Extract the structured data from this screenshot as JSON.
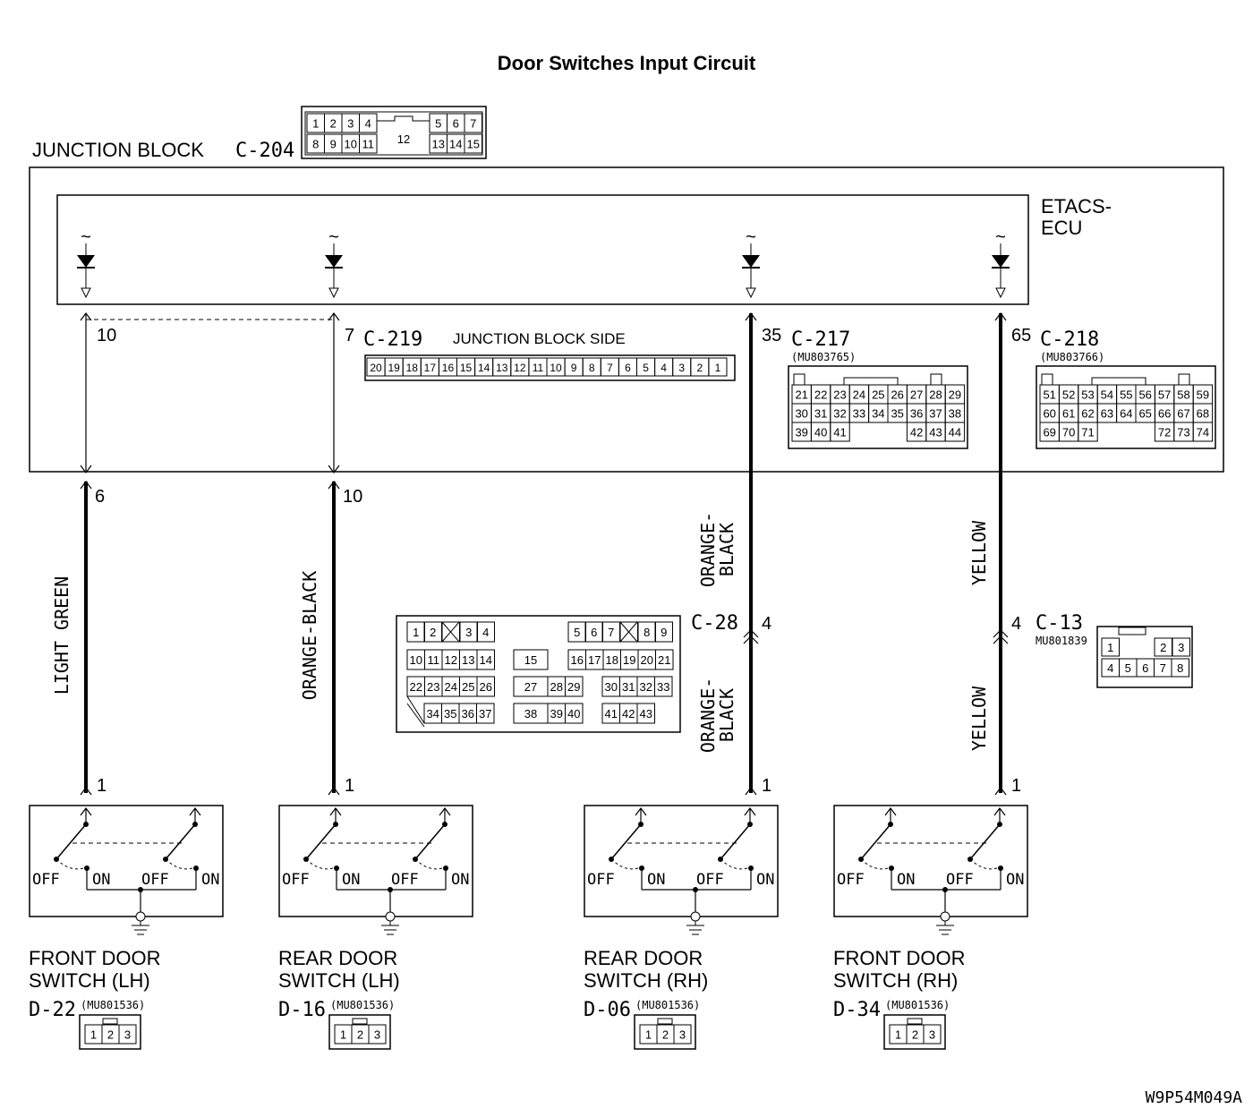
{
  "title": "Door Switches Input Circuit",
  "figure_id": "W9P54M049A",
  "junction_block": {
    "label": "JUNCTION BLOCK",
    "connector": "C-204",
    "connector_pins": [
      "1",
      "2",
      "3",
      "4",
      "5",
      "6",
      "7",
      "8",
      "9",
      "10",
      "11",
      "12",
      "13",
      "14",
      "15"
    ],
    "ecu_label_line1": "ETACS-",
    "ecu_label_line2": "ECU"
  },
  "connectors": {
    "c219": {
      "id": "C-219",
      "desc": "JUNCTION BLOCK SIDE",
      "pins": [
        "20",
        "19",
        "18",
        "17",
        "16",
        "15",
        "14",
        "13",
        "12",
        "11",
        "10",
        "9",
        "8",
        "7",
        "6",
        "5",
        "4",
        "3",
        "2",
        "1"
      ]
    },
    "c217": {
      "id": "C-217",
      "part": "(MU803765)",
      "rows": [
        [
          "21",
          "22",
          "23",
          "24",
          "25",
          "26",
          "27",
          "28",
          "29"
        ],
        [
          "30",
          "31",
          "32",
          "33",
          "34",
          "35",
          "36",
          "37",
          "38"
        ],
        [
          "39",
          "40",
          "41",
          "",
          "",
          "",
          "42",
          "43",
          "44"
        ]
      ]
    },
    "c218": {
      "id": "C-218",
      "part": "(MU803766)",
      "rows": [
        [
          "51",
          "52",
          "53",
          "54",
          "55",
          "56",
          "57",
          "58",
          "59"
        ],
        [
          "60",
          "61",
          "62",
          "63",
          "64",
          "65",
          "66",
          "67",
          "68"
        ],
        [
          "69",
          "70",
          "71",
          "",
          "",
          "",
          "72",
          "73",
          "74"
        ]
      ]
    },
    "c28": {
      "id": "C-28",
      "pins": [
        "1",
        "2",
        "3",
        "4",
        "5",
        "6",
        "7",
        "8",
        "9",
        "10",
        "11",
        "12",
        "13",
        "14",
        "15",
        "16",
        "17",
        "18",
        "19",
        "20",
        "21",
        "22",
        "23",
        "24",
        "25",
        "26",
        "27",
        "28",
        "29",
        "30",
        "31",
        "32",
        "33",
        "34",
        "35",
        "36",
        "37",
        "38",
        "39",
        "40",
        "41",
        "42",
        "43"
      ]
    },
    "c13": {
      "id": "C-13",
      "part": "MU801839",
      "pins": [
        "1",
        "2",
        "3",
        "4",
        "5",
        "6",
        "7",
        "8"
      ]
    }
  },
  "circuits": [
    {
      "ecu_pin": "10",
      "harness_pin": "6",
      "wire_color": "LIGHT GREEN",
      "wire_color_2": "",
      "inline_pin": "",
      "switch_pin": "1",
      "switch_name_1": "FRONT DOOR",
      "switch_name_2": "SWITCH (LH)",
      "connector": "D-22",
      "part": "(MU801536)"
    },
    {
      "ecu_pin": "7",
      "harness_pin": "10",
      "wire_color": "ORANGE-BLACK",
      "wire_color_2": "",
      "inline_pin": "",
      "switch_pin": "1",
      "switch_name_1": "REAR DOOR",
      "switch_name_2": "SWITCH (LH)",
      "connector": "D-16",
      "part": "(MU801536)"
    },
    {
      "ecu_pin": "35",
      "harness_pin": "",
      "wire_color": "ORANGE-BLACK",
      "wire_color_2": "ORANGE-BLACK",
      "inline_pin": "4",
      "switch_pin": "1",
      "switch_name_1": "REAR DOOR",
      "switch_name_2": "SWITCH (RH)",
      "connector": "D-06",
      "part": "(MU801536)"
    },
    {
      "ecu_pin": "65",
      "harness_pin": "",
      "wire_color": "YELLOW",
      "wire_color_2": "YELLOW",
      "inline_pin": "4",
      "switch_pin": "1",
      "switch_name_1": "FRONT DOOR",
      "switch_name_2": "SWITCH (RH)",
      "connector": "D-34",
      "part": "(MU801536)"
    }
  ],
  "switch_states": {
    "off": "OFF",
    "on": "ON"
  },
  "switch_connector_pins": [
    "1",
    "2",
    "3"
  ]
}
